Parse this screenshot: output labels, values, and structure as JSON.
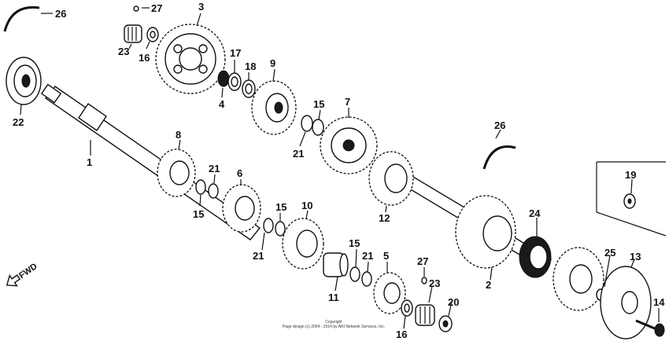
{
  "callouts": {
    "c1": "1",
    "c2": "2",
    "c3": "3",
    "c4": "4",
    "c5": "5",
    "c6": "6",
    "c7": "7",
    "c8": "8",
    "c9": "9",
    "c10": "10",
    "c11": "11",
    "c12": "12",
    "c13": "13",
    "c14": "14",
    "c15a": "15",
    "c15b": "15",
    "c15c": "15",
    "c15d": "15",
    "c16a": "16",
    "c16b": "16",
    "c17": "17",
    "c18": "18",
    "c19": "19",
    "c20": "20",
    "c21a": "21",
    "c21b": "21",
    "c21c": "21",
    "c21d": "21",
    "c22": "22",
    "c23a": "23",
    "c23b": "23",
    "c24": "24",
    "c25": "25",
    "c26a": "26",
    "c26b": "26",
    "c27a": "27",
    "c27b": "27"
  },
  "direction_label": "FWD",
  "copyright": {
    "line1": "Copyright",
    "line2": "Page design (c) 2004 - 2014 by ARI Network Services, Inc."
  }
}
